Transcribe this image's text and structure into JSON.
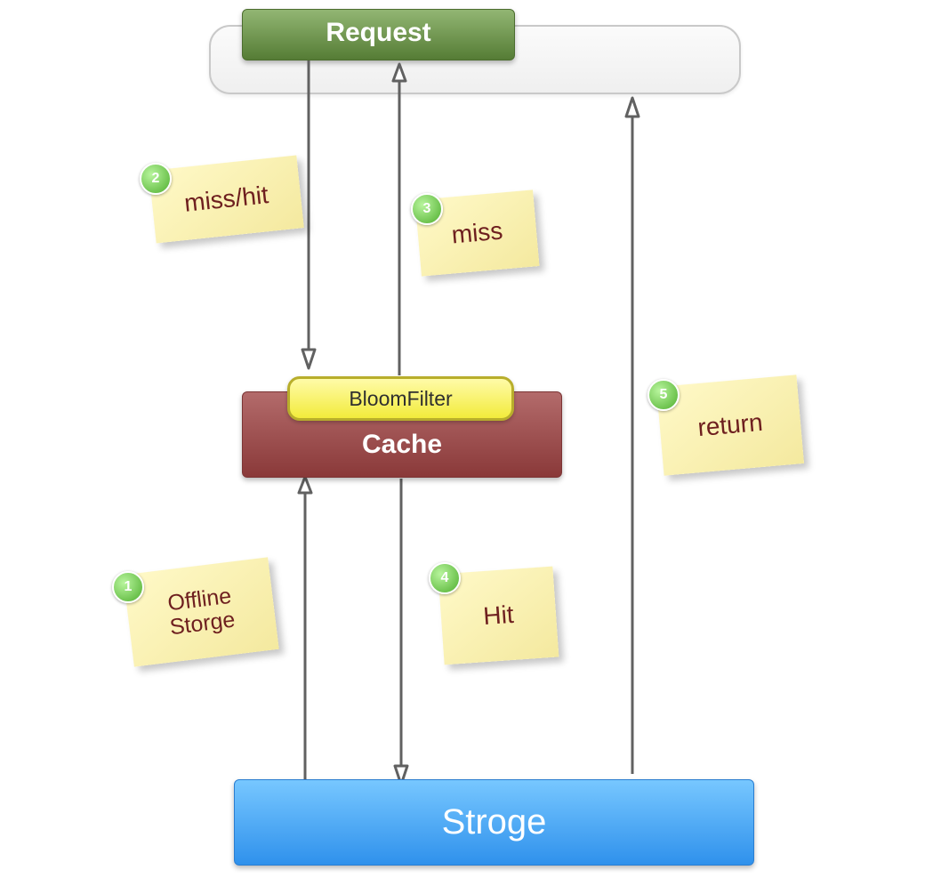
{
  "nodes": {
    "request": "Request",
    "bloom_filter": "BloomFilter",
    "cache": "Cache",
    "storage": "Stroge"
  },
  "notes": [
    {
      "number": "2",
      "label": "miss/hit"
    },
    {
      "number": "3",
      "label": "miss"
    },
    {
      "number": "5",
      "label": "return"
    },
    {
      "number": "1",
      "label": "Offline\nStorge"
    },
    {
      "number": "4",
      "label": "Hit"
    }
  ],
  "colors": {
    "request": "#6f9950",
    "cache": "#a05454",
    "bloom_filter": "#f7f06a",
    "storage": "#4aa9f7",
    "note": "#fbf1b5",
    "badge": "#5fc541",
    "arrow": "#616161"
  }
}
